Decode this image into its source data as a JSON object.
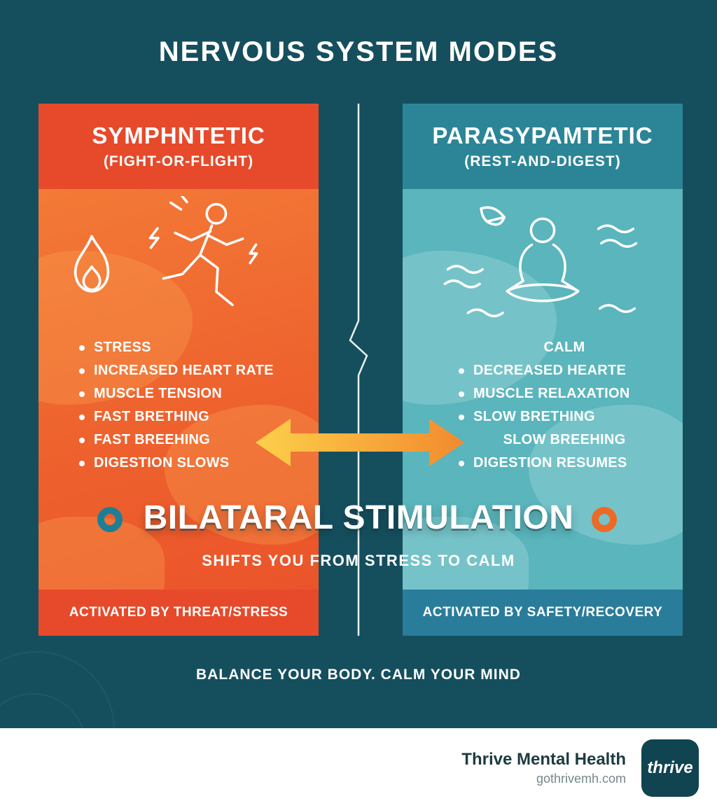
{
  "title": "NERVOUS SYSTEM MODES",
  "left_panel": {
    "heading": "SYMPHNTETIC",
    "subheading": "(FIGHT-OR-FLIGHT)",
    "items": [
      {
        "text": "STRESS",
        "bullet": true
      },
      {
        "text": "INCREASED HEART RATE",
        "bullet": true
      },
      {
        "text": "MUSCLE TENSION",
        "bullet": true
      },
      {
        "text": "FAST BRETHING",
        "bullet": true
      },
      {
        "text": "FAST BREEHING",
        "bullet": true
      },
      {
        "text": "DIGESTION SLOWS",
        "bullet": true
      }
    ],
    "band_label": "ACTIVATED BY THREAT/STRESS"
  },
  "right_panel": {
    "heading": "PARASYPAMTETIC",
    "subheading": "(REST-AND-DIGEST)",
    "items": [
      {
        "text": "CALM",
        "bullet": false
      },
      {
        "text": "DECREASED HEARTE",
        "bullet": true
      },
      {
        "text": "MUSCLE RELAXATION",
        "bullet": true
      },
      {
        "text": "SLOW BRETHING",
        "bullet": true
      },
      {
        "text": "SLOW BREEHING",
        "bullet": false
      },
      {
        "text": "DIGESTION RESUMES",
        "bullet": true
      }
    ],
    "band_label": "ACTIVATED BY SAFETY/RECOVERY"
  },
  "center": {
    "headline": "BILATARAL STIMULATION",
    "subheadline": "SHIFTS YOU FROM STRESS TO CALM"
  },
  "tagline": "BALANCE YOUR BODY. CALM YOUR MIND",
  "footer": {
    "brand": "Thrive Mental Health",
    "website": "gothrivemh.com",
    "logo_text": "thrive"
  },
  "colors": {
    "background": "#154f5e",
    "left_header": "#e64a2b",
    "left_body": "#ee632e",
    "right_header": "#2b8597",
    "right_body": "#5ab5bc",
    "right_band": "#2a7c9b",
    "arrow_start": "#fdd04a",
    "arrow_end": "#f28a2e",
    "ring_left": "#1d7f96",
    "ring_right": "#ed6a26",
    "logo_background": "#0f4450"
  }
}
